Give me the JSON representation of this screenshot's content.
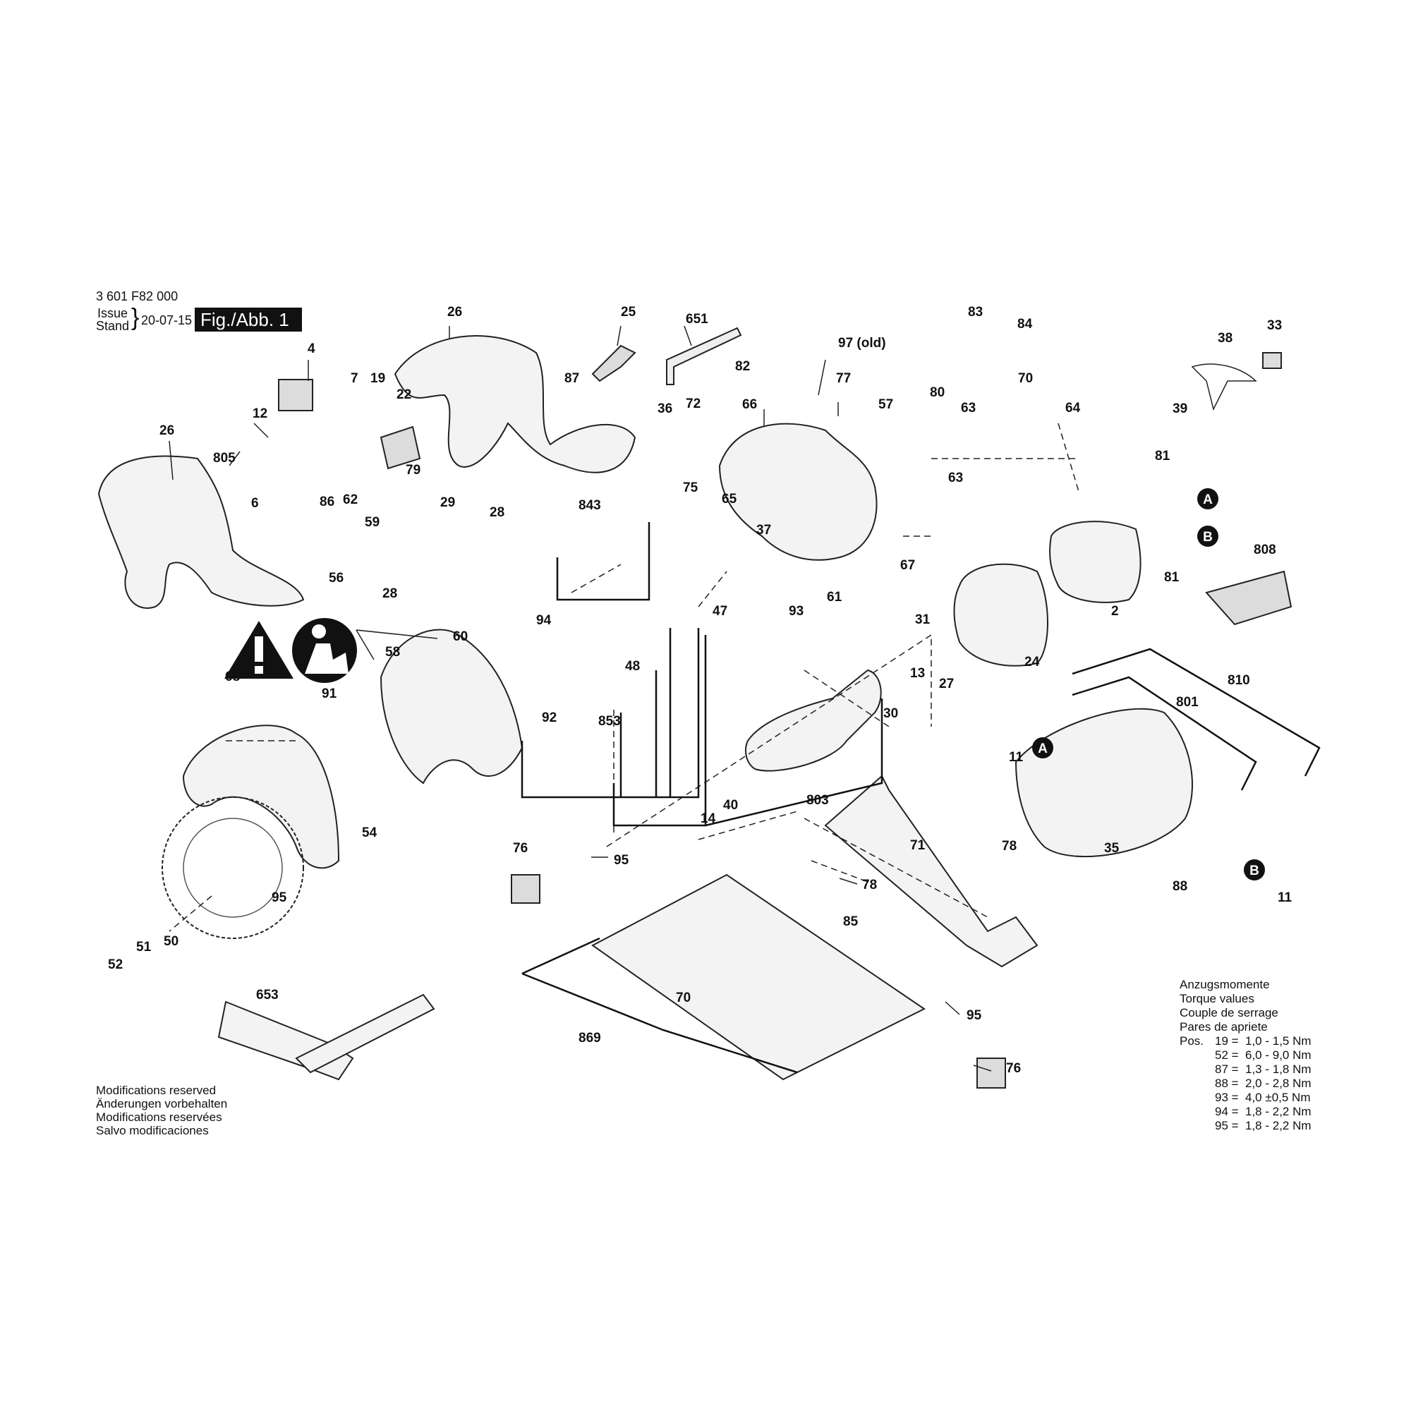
{
  "header": {
    "part_number": "3 601 F82 000",
    "issue_label": "Issue",
    "stand_label": "Stand",
    "issue_date": "20-07-15",
    "figure": "Fig./Abb. 1"
  },
  "callouts": [
    "4",
    "26",
    "25",
    "651",
    "97 (old)",
    "83",
    "84",
    "33",
    "38",
    "7",
    "19",
    "22",
    "87",
    "77",
    "82",
    "80",
    "70",
    "63",
    "64",
    "39",
    "12",
    "26",
    "805",
    "6",
    "79",
    "36",
    "72",
    "66",
    "57",
    "86",
    "62",
    "29",
    "28",
    "59",
    "56",
    "28",
    "843",
    "75",
    "65",
    "37",
    "67",
    "63",
    "81",
    "808",
    "94",
    "47",
    "93",
    "61",
    "31",
    "2",
    "24",
    "27",
    "81",
    "58",
    "60",
    "91",
    "92",
    "48",
    "853",
    "30",
    "13",
    "810",
    "68",
    "54",
    "14",
    "40",
    "803",
    "801",
    "11",
    "35",
    "11",
    "76",
    "95",
    "71",
    "78",
    "78",
    "88",
    "95",
    "52",
    "51",
    "50",
    "85",
    "70",
    "653",
    "95",
    "869",
    "76"
  ],
  "connectors": {
    "a": "A",
    "b": "B"
  },
  "modifications": [
    "Modifications reserved",
    "Änderungen vorbehalten",
    "Modifications reservées",
    "Salvo modificaciones"
  ],
  "torque": {
    "title_lines": [
      "Anzugsmomente",
      "Torque values",
      "Couple de serrage",
      "Pares de apriete"
    ],
    "pos_label": "Pos.",
    "rows": [
      "19 =  1,0 - 1,5 Nm",
      "52 =  6,0 - 9,0 Nm",
      "87 =  1,3 - 1,8 Nm",
      "88 =  2,0 - 2,8 Nm",
      "93 =  4,0 ±0,5 Nm",
      "94 =  1,8 - 2,2 Nm",
      "95 =  1,8 - 2,2 Nm"
    ]
  },
  "colors": {
    "line": "#222222",
    "badge_bg": "#111111"
  },
  "icons": [
    "warning-triangle-icon",
    "read-manual-icon"
  ]
}
